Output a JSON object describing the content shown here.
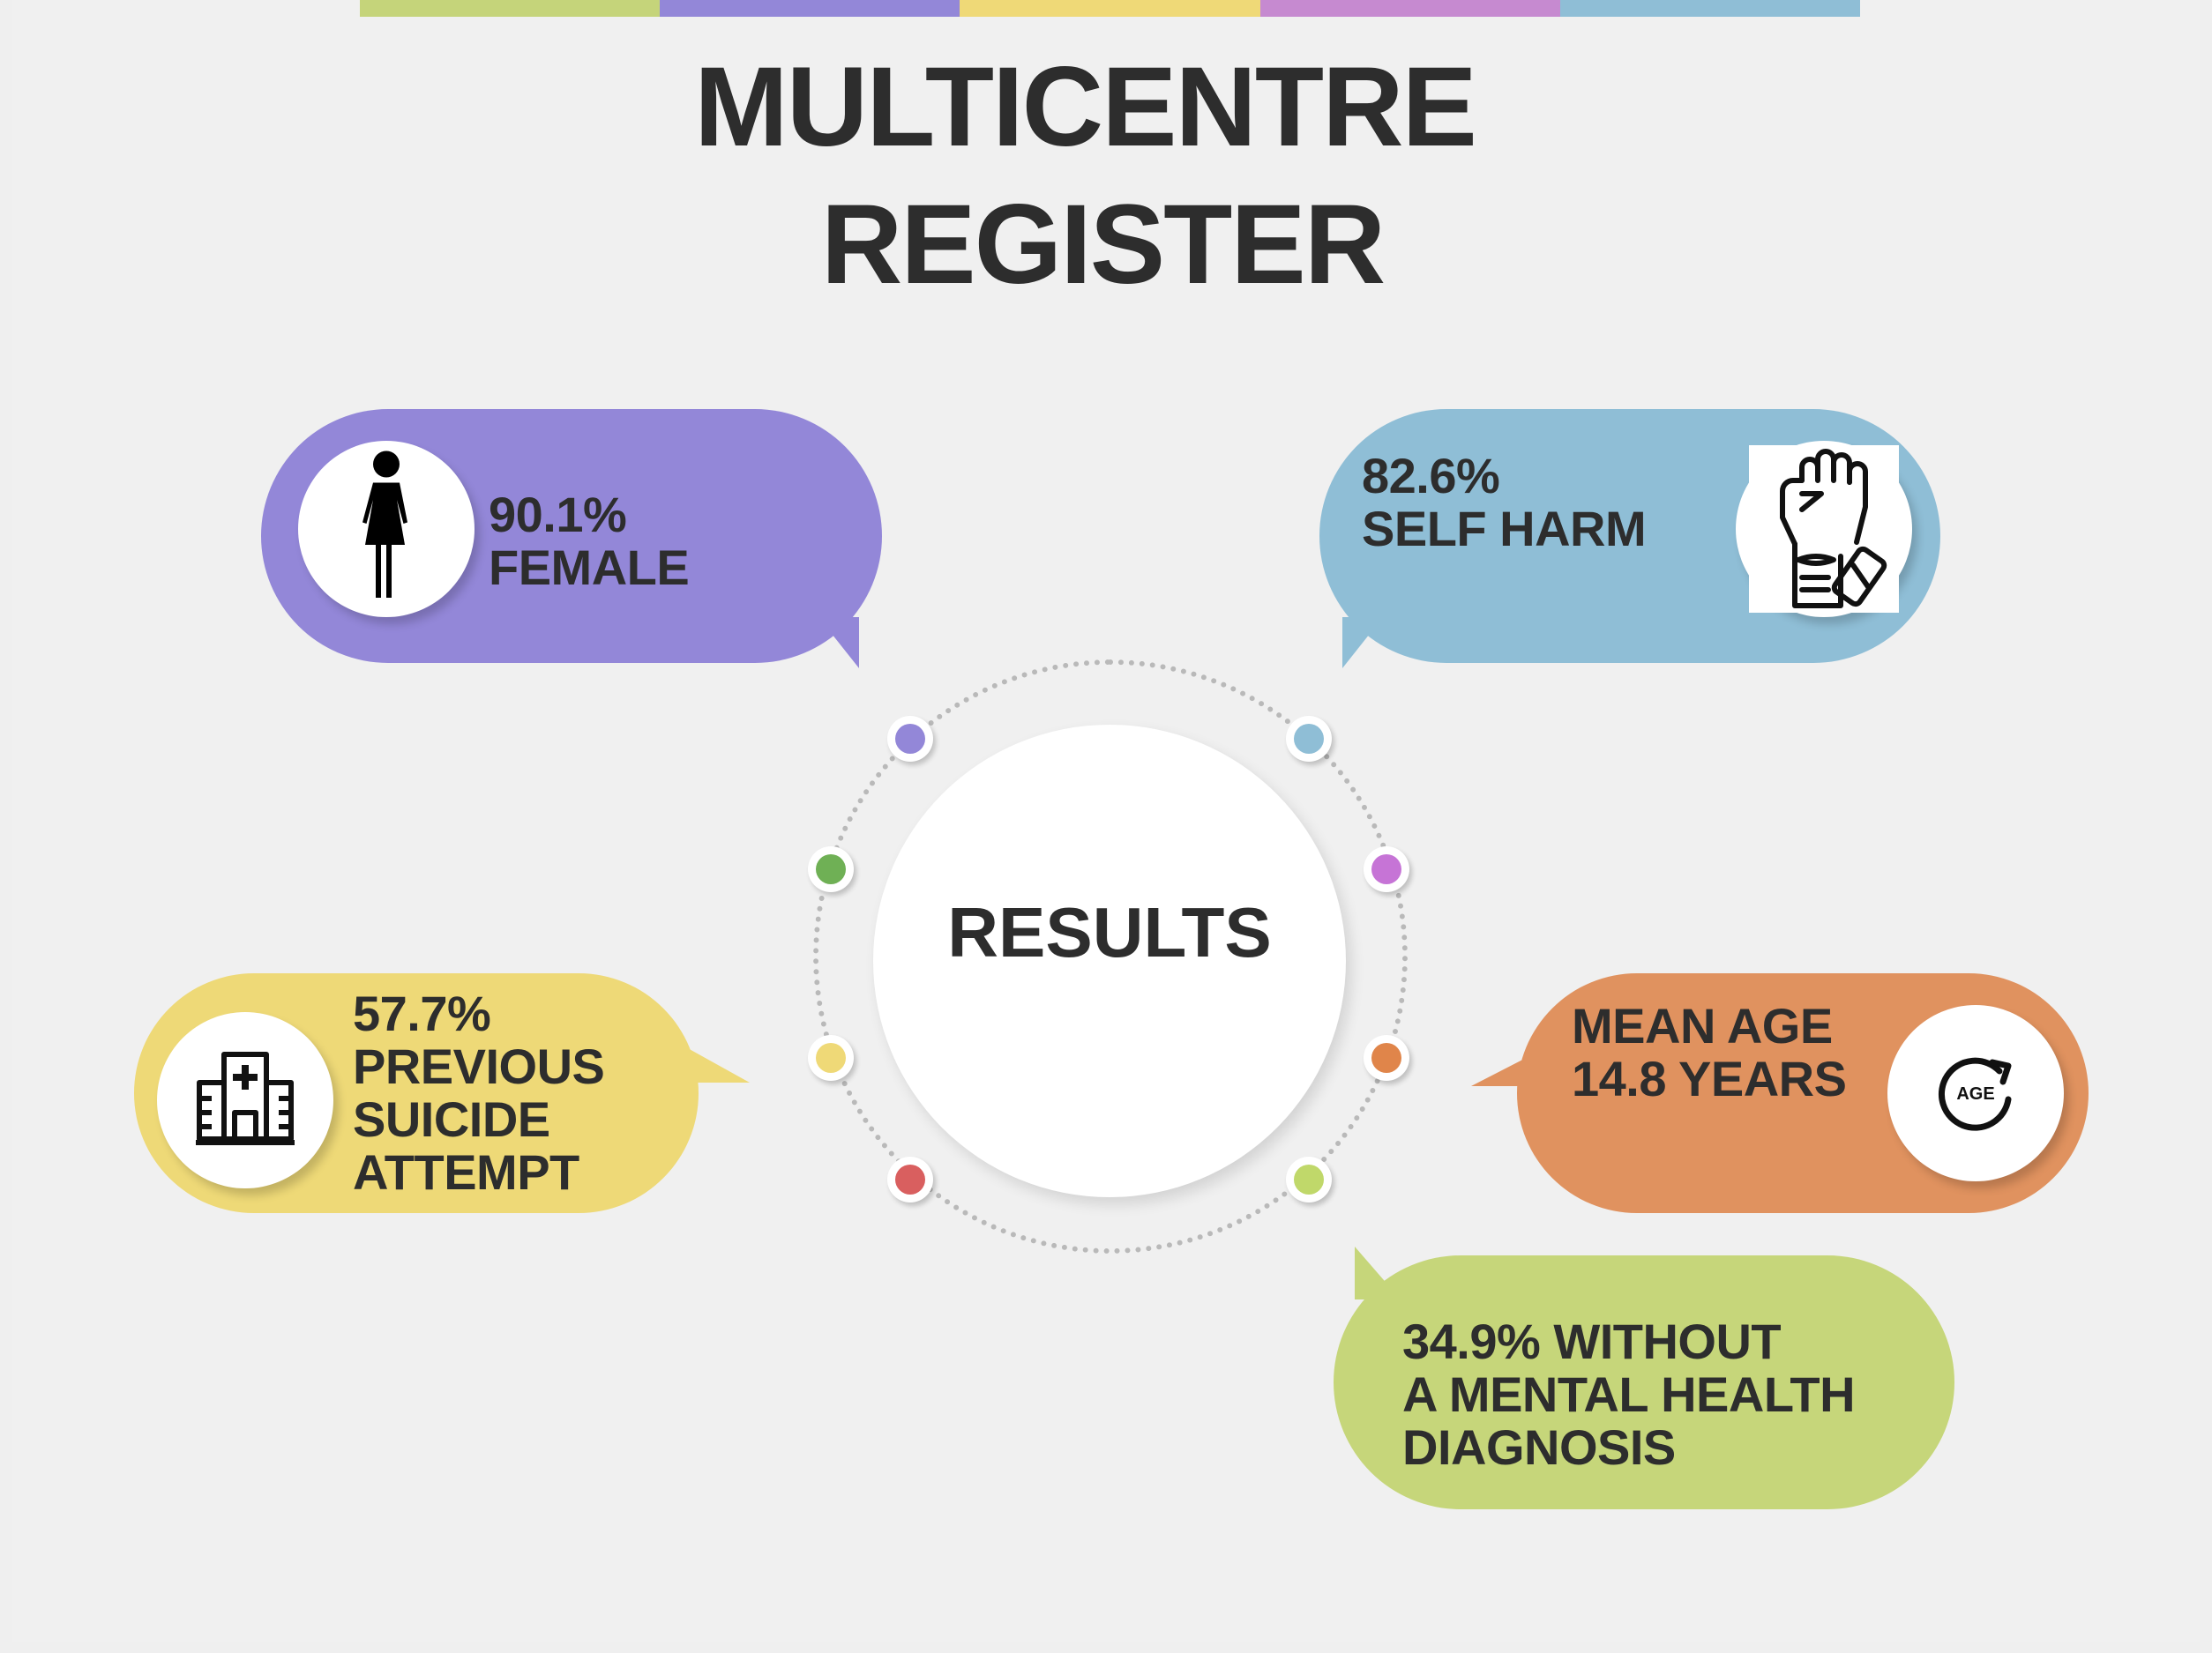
{
  "header": {
    "title_line1": "MULTICENTRE",
    "title_line2": "REGISTER",
    "color_bar": [
      "#c5d47a",
      "#9387d8",
      "#efd977",
      "#c68ad0",
      "#8fbed6"
    ]
  },
  "center": {
    "label": "RESULTS",
    "ring_dots": [
      {
        "position": "top-left",
        "color": "#9387d8"
      },
      {
        "position": "top-right",
        "color": "#8fbed6"
      },
      {
        "position": "mid-left-upper",
        "color": "#6fb055"
      },
      {
        "position": "mid-right-upper",
        "color": "#c674d6"
      },
      {
        "position": "mid-left-lower",
        "color": "#efd977"
      },
      {
        "position": "mid-right-lower",
        "color": "#e0854a"
      },
      {
        "position": "bottom-left",
        "color": "#d95f5f"
      },
      {
        "position": "bottom-right",
        "color": "#c0d86a"
      }
    ]
  },
  "stats": {
    "female": {
      "value": "90.1%",
      "label": "FEMALE",
      "text": "90.1%\nFEMALE",
      "color": "#9387d8",
      "icon": "female-person-icon"
    },
    "self_harm": {
      "value": "82.6%",
      "label": "SELF HARM",
      "text": "82.6%\nSELF HARM",
      "color": "#8fbed6",
      "icon": "wrist-razor-icon"
    },
    "suicide_attempt": {
      "value": "57.7%",
      "label": "PREVIOUS SUICIDE ATTEMPT",
      "text": "57.7%\nPREVIOUS\nSUICIDE\nATTEMPT",
      "color": "#eed977",
      "icon": "hospital-icon"
    },
    "mean_age": {
      "value": "14.8 YEARS",
      "label": "MEAN AGE",
      "text": "MEAN AGE\n14.8 YEARS",
      "color": "#e0925f",
      "icon": "age-cycle-icon",
      "icon_text": "AGE"
    },
    "no_diagnosis": {
      "value": "34.9%",
      "label": "WITHOUT A MENTAL HEALTH DIAGNOSIS",
      "text": "34.9% WITHOUT\nA MENTAL HEALTH\nDIAGNOSIS",
      "color": "#c6d67a"
    }
  }
}
